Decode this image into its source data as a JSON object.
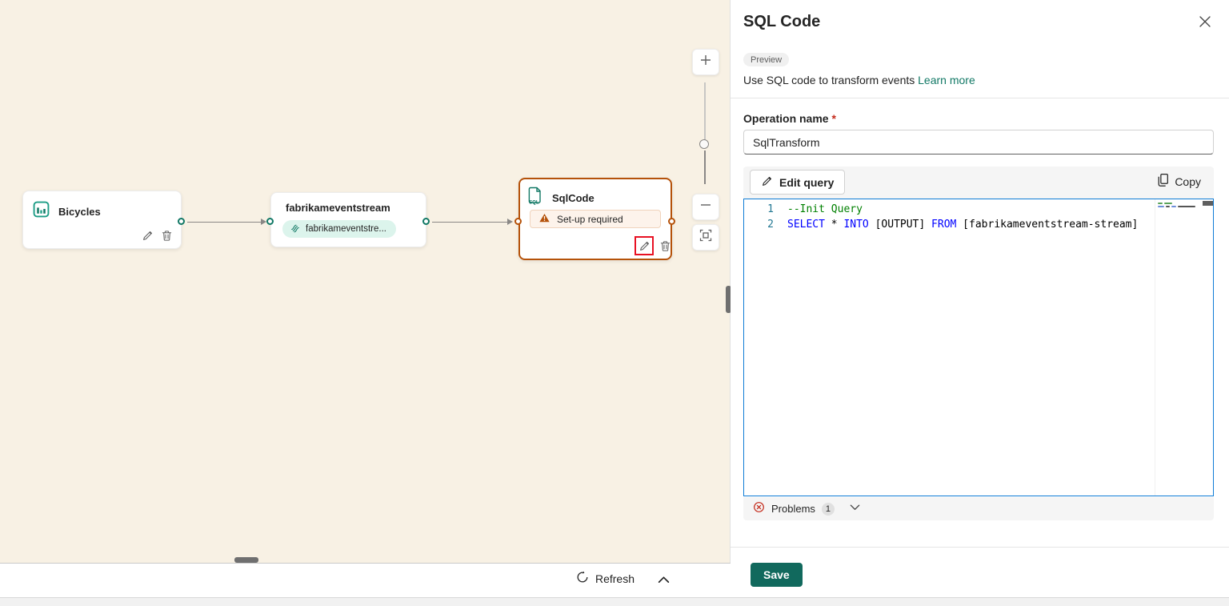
{
  "colors": {
    "canvas_bg": "#F8F1E4",
    "teal": "#117865",
    "orange": "#B5520A",
    "warning_bg": "#FDF3EB",
    "warning_border": "#F0D3BC",
    "pill_bg": "#DCF4EC",
    "editor_border": "#0F7CD6",
    "comment": "#008000",
    "keyword": "#0000FF",
    "line_number": "#237893",
    "red_box": "#E81123",
    "save_bg": "#11695D",
    "link": "#117865",
    "gray_bar": "#F5F5F5"
  },
  "canvas": {
    "nodes": {
      "bicycles": {
        "title": "Bicycles"
      },
      "eventstream": {
        "title": "fabrikameventstream",
        "badge": "fabrikameventstre..."
      },
      "sqlcode": {
        "title": "SqlCode",
        "warning": "Set-up required"
      }
    },
    "footer": {
      "refresh_label": "Refresh"
    }
  },
  "panel": {
    "title": "SQL Code",
    "preview_badge": "Preview",
    "description": "Use SQL code to transform events",
    "learn_more": "Learn more",
    "operation_name": {
      "label": "Operation name",
      "required_mark": "*",
      "value": "SqlTransform"
    },
    "toolbar": {
      "edit_query": "Edit query",
      "copy": "Copy"
    },
    "editor": {
      "lines": [
        {
          "number": "1",
          "tokens": [
            [
              "comment",
              "--Init Query"
            ]
          ]
        },
        {
          "number": "2",
          "tokens": [
            [
              "keyword",
              "SELECT"
            ],
            [
              "plain",
              " * "
            ],
            [
              "keyword",
              "INTO"
            ],
            [
              "plain",
              " [OUTPUT] "
            ],
            [
              "keyword",
              "FROM"
            ],
            [
              "plain",
              " [fabrikameventstream-stream]"
            ]
          ]
        }
      ]
    },
    "problems": {
      "label": "Problems",
      "count": "1"
    },
    "save_label": "Save"
  }
}
